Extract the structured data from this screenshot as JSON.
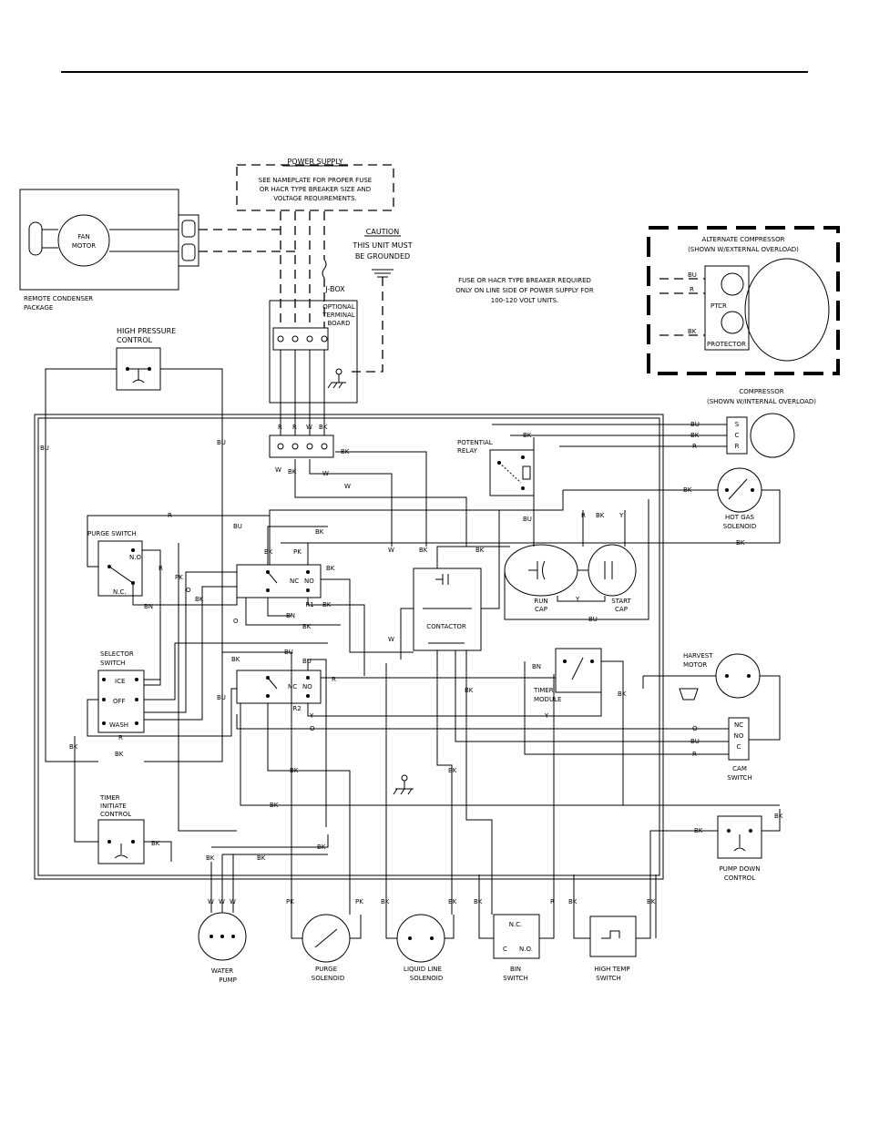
{
  "power_supply": {
    "title": "POWER SUPPLY",
    "note_lines": [
      "SEE NAMEPLATE FOR PROPER FUSE",
      "OR HACR TYPE BREAKER SIZE AND",
      "VOLTAGE REQUIREMENTS."
    ]
  },
  "caution": {
    "title": "CAUTION",
    "lines": [
      "THIS UNIT MUST",
      "BE GROUNDED"
    ]
  },
  "fuse_note": {
    "lines": [
      "FUSE OR HACR TYPE BREAKER REQUIRED",
      "ONLY ON LINE SIDE OF POWER SUPPLY FOR",
      "100-120 VOLT UNITS."
    ]
  },
  "jbox": {
    "label": "J-BOX",
    "terminal_lines": [
      "OPTIONAL",
      "TERMINAL",
      "BOARD"
    ]
  },
  "remote_condenser": {
    "motor_lines": [
      "FAN",
      "MOTOR"
    ],
    "package_lines": [
      "REMOTE CONDENSER",
      "PACKAGE"
    ]
  },
  "alt_compressor": {
    "title_lines": [
      "ALTERNATE COMPRESSOR",
      "(SHOWN W/EXTERNAL OVERLOAD)"
    ],
    "ptc_label": "PTCR",
    "protector_label": "PROTECTOR"
  },
  "compressor": {
    "title_lines": [
      "COMPRESSOR",
      "(SHOWN W/INTERNAL OVERLOAD)"
    ],
    "terminals": [
      "S",
      "C",
      "R"
    ]
  },
  "components": {
    "hp_control": [
      "HIGH PRESSURE",
      "CONTROL"
    ],
    "potential_relay": [
      "POTENTIAL",
      "RELAY"
    ],
    "hot_gas": [
      "HOT GAS",
      "SOLENOID"
    ],
    "purge_switch": "PURGE SWITCH",
    "purge_nc": "N.C.",
    "purge_no": "N.O.",
    "relay1": "R1",
    "relay2": "R2",
    "nc": "NC",
    "no": "NO",
    "run_cap": [
      "RUN",
      "CAP"
    ],
    "start_cap": [
      "START",
      "CAP"
    ],
    "contactor": "CONTACTOR",
    "selector": [
      "SELECTOR",
      "SWITCH"
    ],
    "sel_ice": "ICE",
    "sel_off": "OFF",
    "sel_wash": "WASH",
    "timer_module": [
      "TIMER",
      "MODULE"
    ],
    "harvest_motor": [
      "HARVEST",
      "MOTOR"
    ],
    "cam_switch": [
      "CAM",
      "SWITCH"
    ],
    "timer_initiate": [
      "TIMER",
      "INITIATE",
      "CONTROL"
    ],
    "pump_down": [
      "PUMP DOWN",
      "CONTROL"
    ],
    "water_pump": [
      "WATER",
      "PUMP"
    ],
    "purge_solenoid": [
      "PURGE",
      "SOLENOID"
    ],
    "liquid_line": [
      "LIQUID LINE",
      "SOLENOID"
    ],
    "bin_switch": [
      "BIN",
      "SWITCH"
    ],
    "bin_nc": "N.C.",
    "bin_no": "N.O.",
    "bin_c": "C",
    "high_temp": [
      "HIGH TEMP",
      "SWITCH"
    ],
    "cam_nc": "NC",
    "cam_no": "NO",
    "cam_c": "C"
  },
  "wire_colors": {
    "BU": "BU",
    "BK": "BK",
    "R": "R",
    "W": "W",
    "Y": "Y",
    "O": "O",
    "BN": "BN",
    "PK": "PK"
  }
}
